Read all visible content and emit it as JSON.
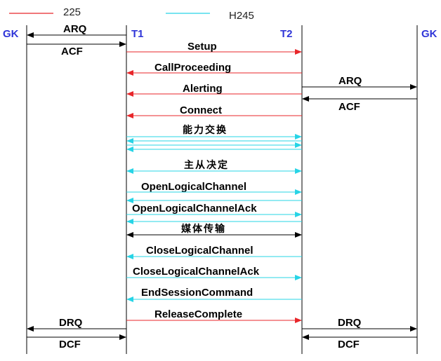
{
  "colors": {
    "red": "#e8262a",
    "cyan": "#27d4e6",
    "black": "#000000",
    "entity": "#2f35d8"
  },
  "legend": [
    {
      "label": "225",
      "color": "red"
    },
    {
      "label": "H245",
      "color": "cyan"
    }
  ],
  "entities": {
    "gk_left": "GK",
    "t1": "T1",
    "t2": "T2",
    "gk_right": "GK"
  },
  "messages": [
    {
      "id": "arq-left",
      "label": "ARQ",
      "color": "black"
    },
    {
      "id": "acf-left",
      "label": "ACF",
      "color": "black"
    },
    {
      "id": "setup",
      "label": "Setup",
      "color": "red"
    },
    {
      "id": "callproceeding",
      "label": "CallProceeding",
      "color": "red"
    },
    {
      "id": "arq-right",
      "label": "ARQ",
      "color": "black"
    },
    {
      "id": "alerting",
      "label": "Alerting",
      "color": "red"
    },
    {
      "id": "acf-right",
      "label": "ACF",
      "color": "black"
    },
    {
      "id": "connect",
      "label": "Connect",
      "color": "red"
    },
    {
      "id": "capability-exchange",
      "label": "能力交换",
      "color": "cyan"
    },
    {
      "id": "master-slave",
      "label": "主从决定",
      "color": "cyan"
    },
    {
      "id": "openlogicalchannel",
      "label": "OpenLogicalChannel",
      "color": "cyan"
    },
    {
      "id": "openlogicalchannelack",
      "label": "OpenLogicalChannelAck",
      "color": "cyan"
    },
    {
      "id": "media-transfer",
      "label": "媒体传输",
      "color": "black"
    },
    {
      "id": "closelogicalchannel",
      "label": "CloseLogicalChannel",
      "color": "cyan"
    },
    {
      "id": "closelogicalchannelack",
      "label": "CloseLogicalChannelAck",
      "color": "cyan"
    },
    {
      "id": "endsessioncommand",
      "label": "EndSessionCommand",
      "color": "cyan"
    },
    {
      "id": "releasecomplete",
      "label": "ReleaseComplete",
      "color": "red"
    },
    {
      "id": "drq-left",
      "label": "DRQ",
      "color": "black"
    },
    {
      "id": "dcf-left",
      "label": "DCF",
      "color": "black"
    },
    {
      "id": "drq-right",
      "label": "DRQ",
      "color": "black"
    },
    {
      "id": "dcf-right",
      "label": "DCF",
      "color": "black"
    }
  ]
}
